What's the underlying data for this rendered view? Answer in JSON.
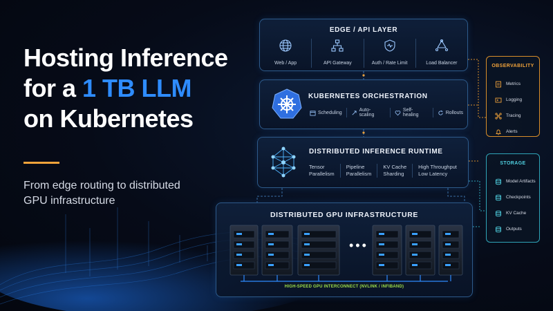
{
  "hero": {
    "title_line1": "Hosting Inference",
    "title_line2_pre": "for a ",
    "title_line2_accent": "1 TB LLM",
    "title_line3": "on Kubernetes",
    "subtitle": "From edge routing to distributed GPU infrastructure"
  },
  "edge_layer": {
    "title": "EDGE / API LAYER",
    "items": [
      {
        "label": "Web / App",
        "icon": "globe-icon"
      },
      {
        "label": "API Gateway",
        "icon": "gateway-icon"
      },
      {
        "label": "Auth / Rate Limit",
        "icon": "shield-icon"
      },
      {
        "label": "Load Balancer",
        "icon": "load-balancer-icon"
      }
    ]
  },
  "kubernetes": {
    "title": "KUBERNETES ORCHESTRATION",
    "icon": "kubernetes-icon",
    "items": [
      {
        "label": "Scheduling",
        "icon": "calendar-icon"
      },
      {
        "label": "Auto-scaling",
        "icon": "scaling-icon"
      },
      {
        "label": "Self-healing",
        "icon": "heart-icon"
      },
      {
        "label": "Rollouts",
        "icon": "refresh-icon"
      }
    ]
  },
  "runtime": {
    "title": "DISTRIBUTED INFERENCE RUNTIME",
    "icon": "neural-network-icon",
    "items": [
      {
        "line1": "Tensor",
        "line2": "Parallelism"
      },
      {
        "line1": "Pipeline",
        "line2": "Parallelism"
      },
      {
        "line1": "KV Cache",
        "line2": "Sharding"
      },
      {
        "line1": "High Throughput",
        "line2": "Low Latency"
      }
    ]
  },
  "gpu_infra": {
    "title": "DISTRIBUTED GPU INFRASTRUCTURE",
    "ellipsis": "•••",
    "interconnect": "HIGH-SPEED GPU INTERCONNECT (NVLINK / INFIBAND)"
  },
  "observability": {
    "title": "OBSERVABILITY",
    "items": [
      {
        "label": "Metrics",
        "icon": "metrics-icon"
      },
      {
        "label": "Logging",
        "icon": "logging-icon"
      },
      {
        "label": "Tracing",
        "icon": "tracing-icon"
      },
      {
        "label": "Alerts",
        "icon": "bell-icon"
      }
    ]
  },
  "storage": {
    "title": "STORAGE",
    "items": [
      {
        "label": "Model Artifacts",
        "icon": "database-icon"
      },
      {
        "label": "Checkpoints",
        "icon": "database-icon"
      },
      {
        "label": "KV Cache",
        "icon": "database-icon"
      },
      {
        "label": "Outputs",
        "icon": "database-icon"
      }
    ]
  },
  "colors": {
    "accent_blue": "#2e8cff",
    "accent_orange": "#f2a33a",
    "accent_teal": "#4fd0e0",
    "interconnect_green": "#9fe14a",
    "panel_border": "#2d5a8a"
  }
}
